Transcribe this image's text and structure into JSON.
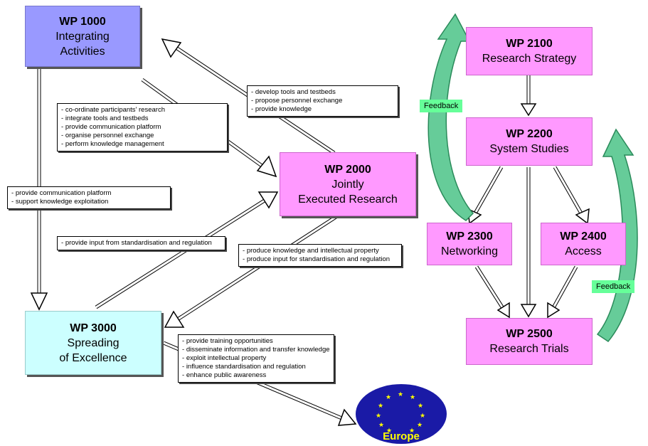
{
  "wp1000": {
    "id": "WP 1000",
    "line1": "Integrating",
    "line2": "Activities"
  },
  "wp2000": {
    "id": "WP 2000",
    "line1": "Jointly",
    "line2": "Executed Research"
  },
  "wp3000": {
    "id": "WP 3000",
    "line1": "Spreading",
    "line2": "of Excellence"
  },
  "wp2100": {
    "id": "WP 2100",
    "line1": "Research Strategy"
  },
  "wp2200": {
    "id": "WP 2200",
    "line1": "System Studies"
  },
  "wp2300": {
    "id": "WP 2300",
    "line1": "Networking"
  },
  "wp2400": {
    "id": "WP 2400",
    "line1": "Access"
  },
  "wp2500": {
    "id": "WP 2500",
    "line1": "Research Trials"
  },
  "notes": {
    "n1000_to_2000": [
      "co-ordinate participants' research",
      "integrate tools and testbeds",
      "provide communication platform",
      "organise personnel exchange",
      "perform knowledge management"
    ],
    "n2000_to_1000": [
      "develop tools and testbeds",
      "propose personnel exchange",
      "provide knowledge"
    ],
    "n1000_to_3000": [
      "provide communication platform",
      "support knowledge exploitation"
    ],
    "n3000_to_2000": [
      "provide input from standardisation and regulation"
    ],
    "n2000_to_3000": [
      "produce knowledge and intellectual property",
      "produce input for standardisation and regulation"
    ],
    "n3000_to_europe": [
      "provide training opportunities",
      "disseminate information and transfer knowledge",
      "exploit intellectual property",
      "influence standardisation and regulation",
      "enhance public awareness"
    ]
  },
  "feedback_label": "Feedback",
  "europe_label": "Europe",
  "colors": {
    "blue": "#9999ff",
    "pink": "#ff99ff",
    "cyan": "#ccffff",
    "yellow": "#ffff99",
    "green": "#66ff99",
    "eu_blue": "#1a1aa6"
  }
}
